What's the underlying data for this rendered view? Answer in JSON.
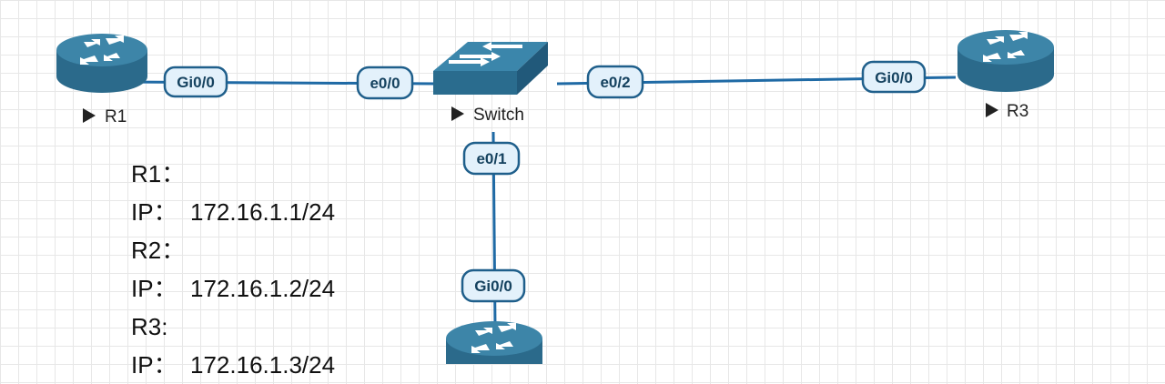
{
  "nodes": {
    "r1": {
      "label": "R1"
    },
    "switch": {
      "label": "Switch"
    },
    "r3": {
      "label": "R3"
    },
    "r2": {
      "label": ""
    }
  },
  "ports": {
    "r1_gi00": "Gi0/0",
    "sw_e00": "e0/0",
    "sw_e02": "e0/2",
    "r3_gi00": "Gi0/0",
    "sw_e01": "e0/1",
    "r2_gi00": "Gi0/0"
  },
  "icons": {
    "router": "router-icon",
    "switch": "switch-icon",
    "play": "play-icon"
  },
  "colors": {
    "link": "#1f6aa5",
    "device": "#3d85a8",
    "port_fill": "#e3f1fb",
    "grid": "#e7e7e7"
  },
  "notes": {
    "lines": [
      "R1：",
      "IP：  172.16.1.1/24",
      "R2：",
      "IP：  172.16.1.2/24",
      "R3:",
      "IP：  172.16.1.3/24"
    ]
  }
}
